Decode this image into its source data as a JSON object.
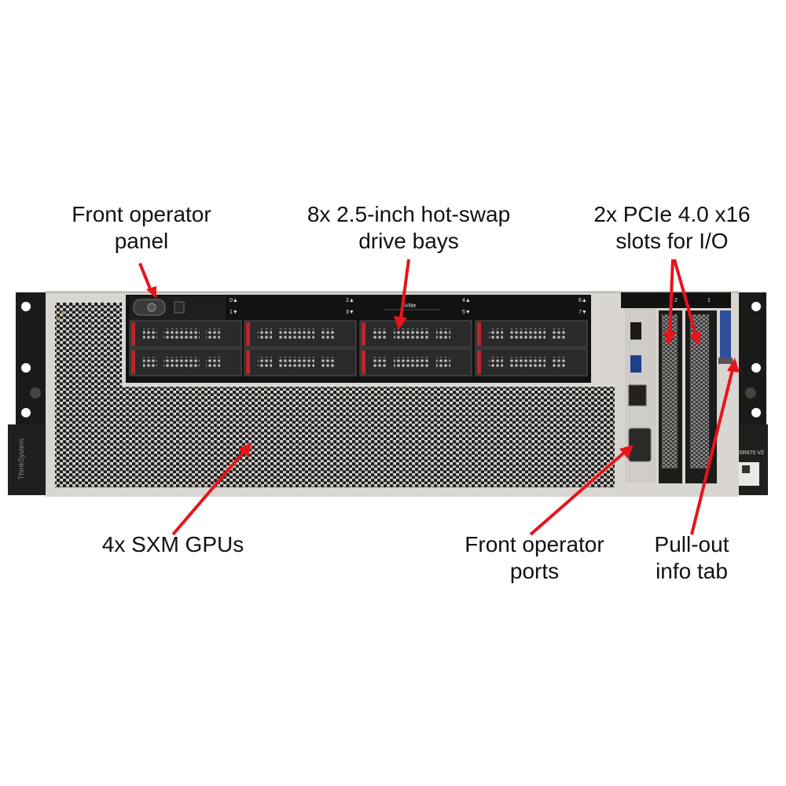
{
  "callouts": {
    "front_panel": [
      "Front operator",
      "panel"
    ],
    "drive_bays": [
      "8x 2.5-inch hot-swap",
      "drive bays"
    ],
    "pcie": [
      "2x PCIe 4.0 x16",
      "slots for I/O"
    ],
    "gpus": [
      "4x SXM GPUs"
    ],
    "ports": [
      "Front operator",
      "ports"
    ],
    "info_tab": [
      "Pull-out",
      "info tab"
    ]
  },
  "server": {
    "brand": "ThinkSystem",
    "model_label": "SR670 V2",
    "bay_numbers_top": [
      "0▲",
      "2▲",
      "4▲",
      "6▲"
    ],
    "bay_numbers_bottom": [
      "1▼",
      "3▼",
      "5▼",
      "7▼"
    ],
    "nvme_label": "NVMe",
    "slot_numbers": [
      "2",
      "1"
    ]
  },
  "colors": {
    "arrow": "#e8141c",
    "chassis": "#d9d5d0",
    "bezel": "#1c1c1c",
    "drive_tray": "#2a2a2a",
    "drive_release": "#c0242c"
  }
}
